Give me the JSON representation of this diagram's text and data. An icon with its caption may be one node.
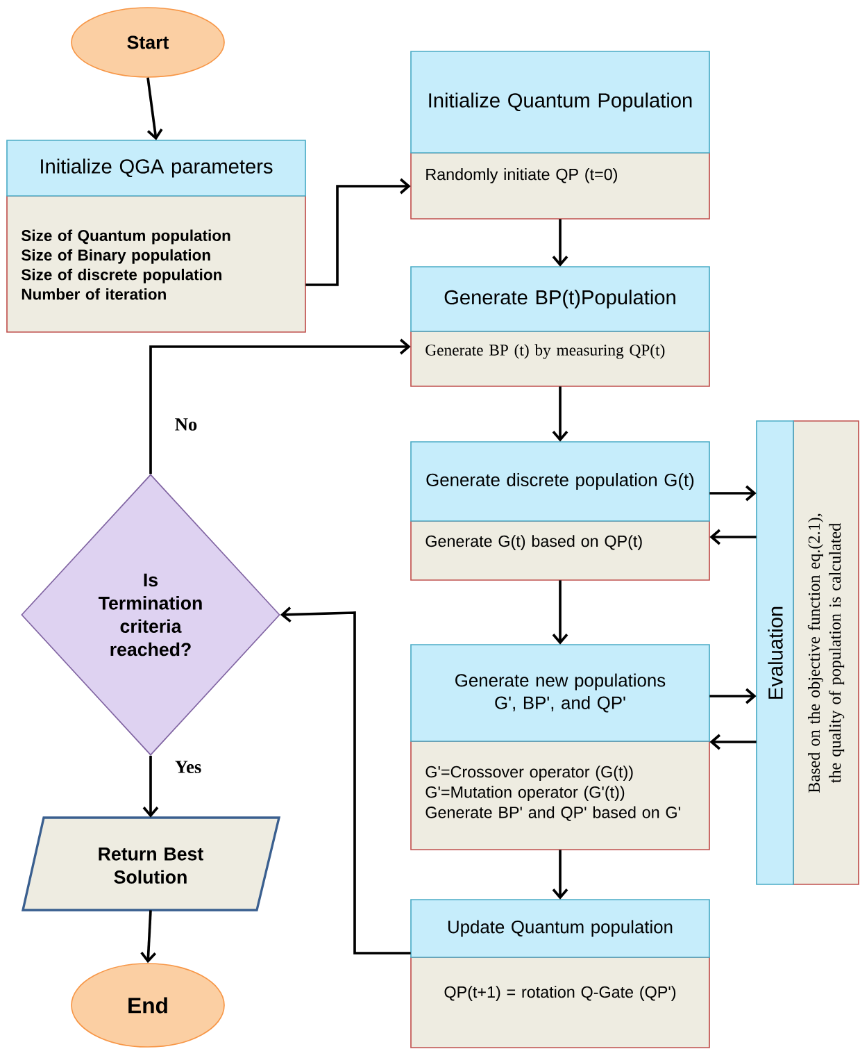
{
  "diagram": {
    "nodes": [
      {
        "text": [
          "Start"
        ]
      },
      {
        "text": [
          "Initialize QGA parameters",
          "Size of Quantum population",
          "Size of Binary population",
          "Size of discrete population",
          "Number of iteration"
        ]
      },
      {
        "text": [
          "Initialize Quantum Population",
          "Randomly initiate QP (t=0)"
        ]
      },
      {
        "text": [
          "Generate BP(t)Population",
          "Generate BP (t) by measuring QP(t)"
        ]
      },
      {
        "text": [
          "Generate discrete population G(t)",
          "Generate G(t) based on QP(t)"
        ]
      },
      {
        "text": [
          "Generate new populations G', BP', and QP'",
          "G'=Crossover operator (G(t))",
          "G'=Mutation operator (G'(t))",
          "Generate BP' and QP' based on G'"
        ]
      },
      {
        "text": [
          "Update Quantum population",
          "QP(t+1) = rotation Q-Gate (QP')"
        ]
      },
      {
        "text": [
          "Evaluation",
          "Based on the objective function eq.(2.1), the quality of population is calculated"
        ]
      },
      {
        "text": [
          "Is Termination criteria reached?"
        ]
      },
      {
        "text": [
          "Return Best Solution"
        ]
      },
      {
        "text": [
          "End"
        ]
      }
    ],
    "edges": [
      {
        "from": 0,
        "to": 1,
        "arrow": "to"
      },
      {
        "from": 1,
        "to": 2,
        "arrow": "to"
      },
      {
        "from": 2,
        "to": 3,
        "arrow": "to"
      },
      {
        "from": 3,
        "to": 4,
        "arrow": "to"
      },
      {
        "from": 4,
        "to": 7,
        "arrow": "to"
      },
      {
        "from": 7,
        "to": 4,
        "arrow": "to"
      },
      {
        "from": 4,
        "to": 5,
        "arrow": "to"
      },
      {
        "from": 5,
        "to": 7,
        "arrow": "to"
      },
      {
        "from": 7,
        "to": 5,
        "arrow": "to"
      },
      {
        "from": 5,
        "to": 6,
        "arrow": "to"
      },
      {
        "from": 6,
        "to": 8,
        "arrow": "to"
      },
      {
        "from": 8,
        "to": 3,
        "arrow": "to",
        "label": "No"
      },
      {
        "from": 8,
        "to": 9,
        "arrow": "to",
        "label": "Yes"
      },
      {
        "from": 9,
        "to": 10,
        "arrow": "to"
      }
    ]
  }
}
